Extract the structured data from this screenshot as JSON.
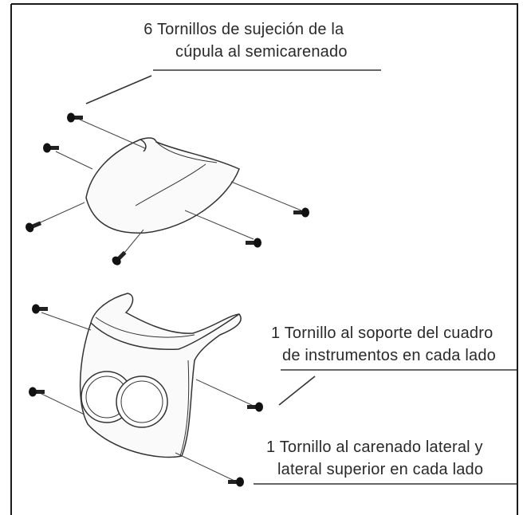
{
  "labels": {
    "top": {
      "line1": "6 Tornillos de sujeción de la",
      "line2": "cúpula al semicarenado"
    },
    "middle": {
      "line1": "1 Tornillo al soporte del cuadro",
      "line2": "de instrumentos en cada lado"
    },
    "bottom": {
      "line1": "1 Tornillo al carenado lateral y",
      "line2": "lateral superior en cada lado"
    }
  },
  "colors": {
    "ink": "#2a2a2a",
    "border": "#1a1a1a",
    "background": "#ffffff"
  },
  "icons": [
    "screw-icon"
  ]
}
